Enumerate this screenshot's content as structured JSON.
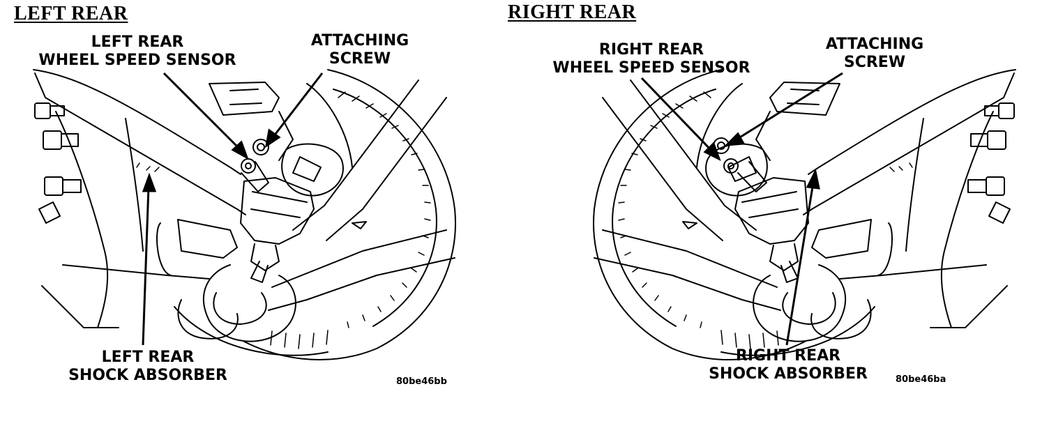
{
  "left": {
    "heading": "LEFT REAR",
    "sensor_label_line1": "LEFT REAR",
    "sensor_label_line2": "WHEEL SPEED SENSOR",
    "screw_label_line1": "ATTACHING",
    "screw_label_line2": "SCREW",
    "shock_label_line1": "LEFT REAR",
    "shock_label_line2": "SHOCK ABSORBER",
    "figure_id": "80be46bb"
  },
  "right": {
    "heading": "RIGHT REAR",
    "sensor_label_line1": "RIGHT REAR",
    "sensor_label_line2": "WHEEL SPEED SENSOR",
    "screw_label_line1": "ATTACHING",
    "screw_label_line2": "SCREW",
    "shock_label_line1": "RIGHT REAR",
    "shock_label_line2": "SHOCK ABSORBER",
    "figure_id": "80be46ba"
  },
  "colors": {
    "ink": "#000000",
    "paper": "#ffffff"
  },
  "icons": [
    "arrow-icon"
  ]
}
